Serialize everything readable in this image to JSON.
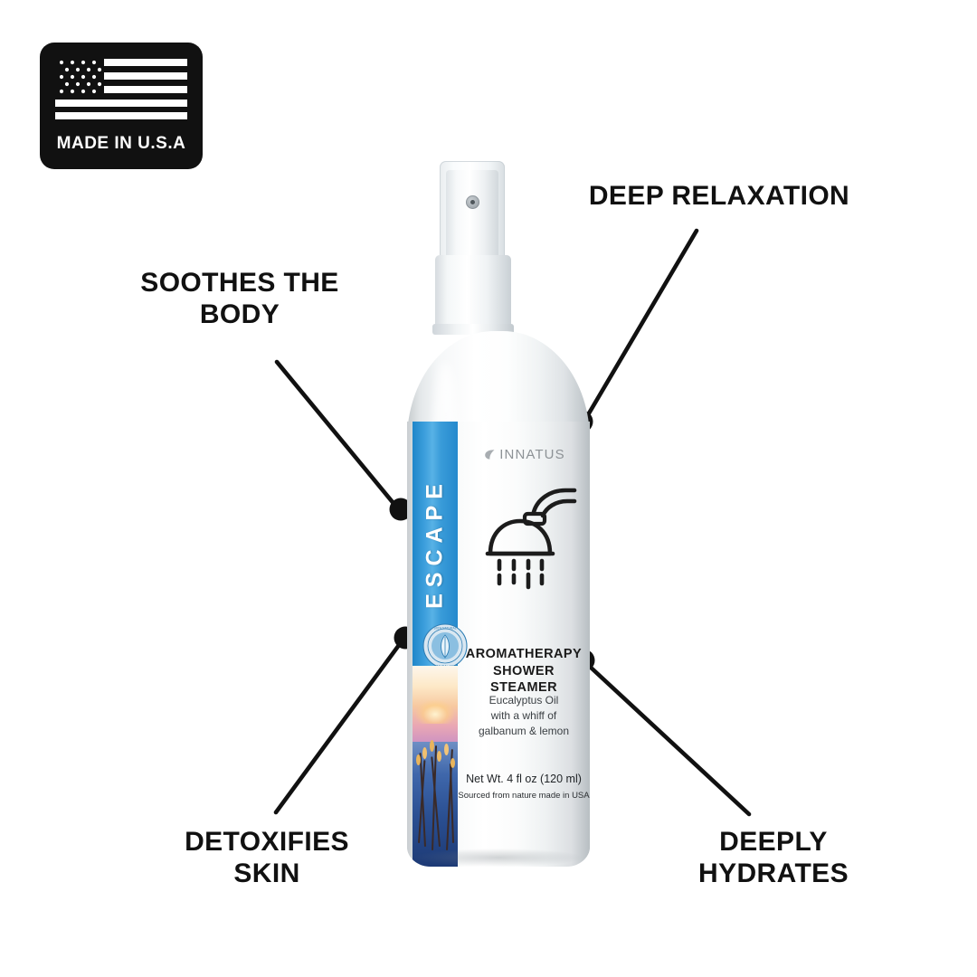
{
  "badge": {
    "text": "MADE IN U.S.A",
    "icon": "usa-flag-icon",
    "background": "#111111",
    "foreground": "#ffffff"
  },
  "callouts": [
    {
      "id": "soothes",
      "text": "SOOTHES THE\nBODY"
    },
    {
      "id": "relax",
      "text": "DEEP RELAXATION"
    },
    {
      "id": "detox",
      "text": "DETOXIFIES\nSKIN"
    },
    {
      "id": "hydrate",
      "text": "DEEPLY\nHYDRATES"
    }
  ],
  "product": {
    "brand": "INNATUS",
    "brand_mark": "leaf-mark-icon",
    "variant": "ESCAPE",
    "icon": "shower-head-icon",
    "title": "AROMATHERAPY\nSHOWER STEAMER",
    "description": "Eucalyptus Oil\nwith a whiff of\ngalbanum & lemon",
    "net_weight": "Net Wt. 4 fl oz (120 ml)",
    "sourced": "Sourced from nature made in USA",
    "eco_seal": "100% natural seal-icon",
    "accent_color": "#2a8fd0",
    "label_text_color": "#1b1b1b"
  }
}
